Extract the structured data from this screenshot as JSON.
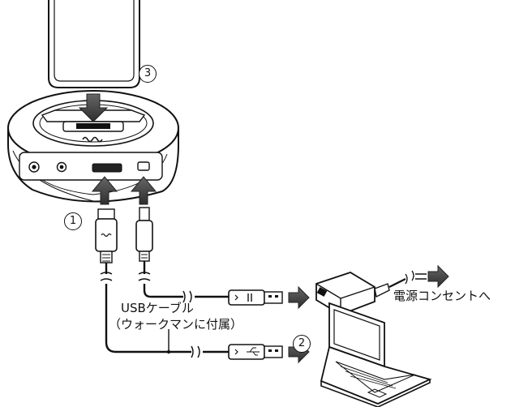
{
  "steps": {
    "s1": "1",
    "s2": "2",
    "s3": "3"
  },
  "labels": {
    "power_outlet": "電源コンセントへ",
    "usb_cable": "USBケーブル",
    "usb_cable_note": "（ウォークマンに付属）"
  },
  "colors": {
    "line": "#111111",
    "arrow": "#444444",
    "body": "#ffffff"
  }
}
